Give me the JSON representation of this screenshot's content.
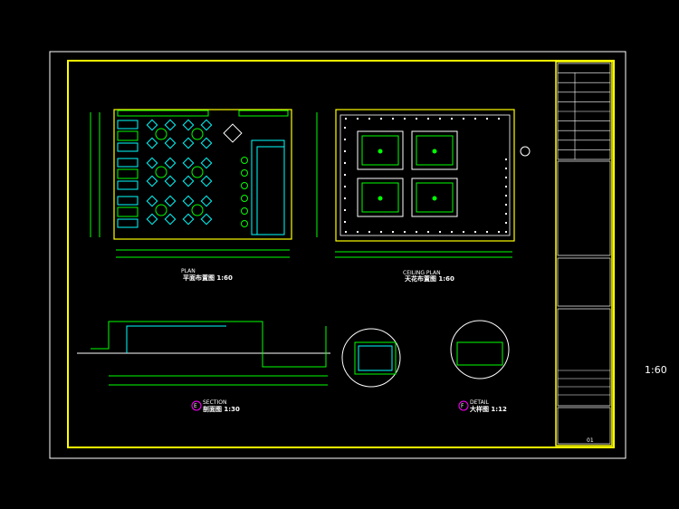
{
  "colors": {
    "background": "#000000",
    "border": "#ffffff",
    "frame": "#ffff00",
    "green": "#00ff00",
    "cyan": "#00ffff",
    "magenta": "#ff00ff",
    "red": "#ff0000"
  },
  "views": {
    "plan": {
      "name": "PLAN",
      "title": "平面布置图 1:60"
    },
    "ceiling": {
      "name": "CEILING PLAN",
      "title": "天花布置图 1:60"
    },
    "section": {
      "marker": "E",
      "name": "SECTION",
      "title": "剖面图 1:30"
    },
    "detail": {
      "marker": "F",
      "name": "DETAIL",
      "title": "大样图 1:12"
    }
  },
  "side_scale": "1:60",
  "title_block": {
    "sheet_no": "01"
  }
}
